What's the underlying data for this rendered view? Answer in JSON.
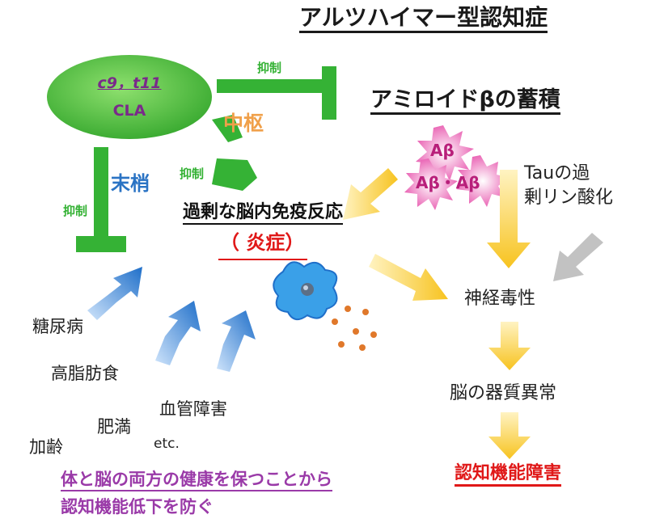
{
  "title": "アルツハイマー型認知症",
  "cla": {
    "line1": "c9，t11",
    "line2": "CLA"
  },
  "inhibition_label": "抑制",
  "central_label": "中枢",
  "peripheral_label": "末梢",
  "amyloid_label": "アミロイドβの蓄積",
  "abeta_labels": [
    "Aβ",
    "Aβ・Aβ"
  ],
  "tau_label": "Tauの過\n剰リン酸化",
  "immune_label": "過剰な脳内免疫反応",
  "inflammation_label": "（ 炎症）",
  "risk_factors": [
    "糖尿病",
    "高脂肪食",
    "血管障害",
    "肥満",
    "加齢",
    "etc."
  ],
  "pathway": [
    "神経毒性",
    "脳の器質異常"
  ],
  "final_label": "認知機能障害",
  "conclusion": [
    "体と脳の両方の健康を保つことから",
    "認知機能低下を防ぐ"
  ],
  "colors": {
    "inhibition_green": "#35b235",
    "cla_ellipse": "#5ec84a",
    "arrow_blue": "#2a7bd0",
    "arrow_yellow": "#f7c31f",
    "arrow_gray": "#c2c2c2",
    "abeta_pink": "#e64aa8",
    "microglia_blue": "#3aa0e8",
    "dots_orange": "#e0782a",
    "alert_red": "#e01818",
    "message_purple": "#9a3aa8"
  }
}
